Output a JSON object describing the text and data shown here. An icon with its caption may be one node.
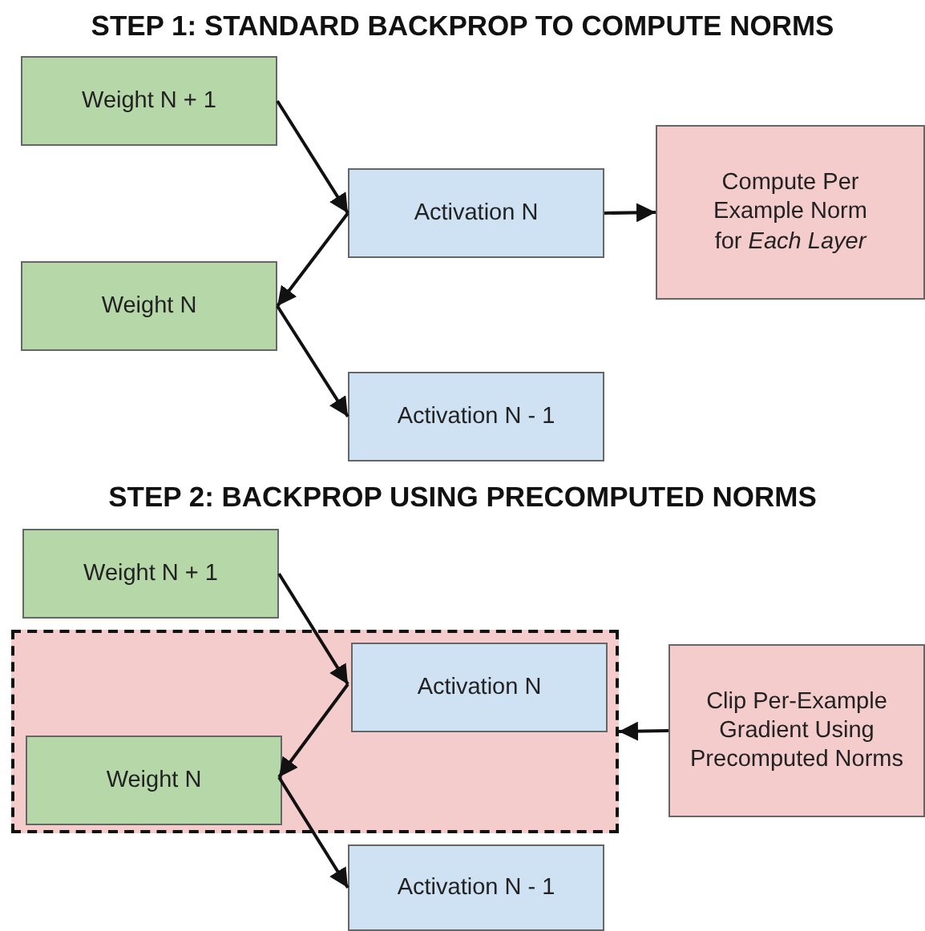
{
  "diagram": {
    "nodes": [
      {
        "text": [
          "Weight N + 1"
        ]
      },
      {
        "text": [
          "Activation N"
        ]
      },
      {
        "text": [
          "Compute Per Example Norm for *Each Layer*"
        ]
      },
      {
        "text": [
          "Weight N"
        ]
      },
      {
        "text": [
          "Activation N - 1"
        ]
      },
      {
        "text": [
          "Weight N + 1"
        ]
      },
      {
        "text": [],
        "shape": "box"
      },
      {
        "text": [
          "Activation N"
        ],
        "in": 6
      },
      {
        "text": [
          "Weight N"
        ],
        "in": 6
      },
      {
        "text": [
          "Activation N - 1"
        ]
      },
      {
        "text": [
          "Clip Per-Example Gradient Using Precomputed Norms"
        ]
      }
    ],
    "edges": [
      {
        "from": 0,
        "to": 1,
        "arrow": "to"
      },
      {
        "from": 1,
        "to": 3,
        "arrow": "to"
      },
      {
        "from": 3,
        "to": 4,
        "arrow": "to"
      },
      {
        "from": 1,
        "to": 2,
        "arrow": "to"
      },
      {
        "from": 5,
        "to": 7,
        "arrow": "to"
      },
      {
        "from": 7,
        "to": 8,
        "arrow": "to"
      },
      {
        "from": 8,
        "to": 9,
        "arrow": "to"
      },
      {
        "from": 10,
        "to": 6,
        "arrow": "to"
      }
    ],
    "labels": [
      "STEP 1: STANDARD BACKPROP TO COMPUTE NORMS",
      "STEP 2: BACKPROP USING PRECOMPUTED NORMS"
    ]
  }
}
